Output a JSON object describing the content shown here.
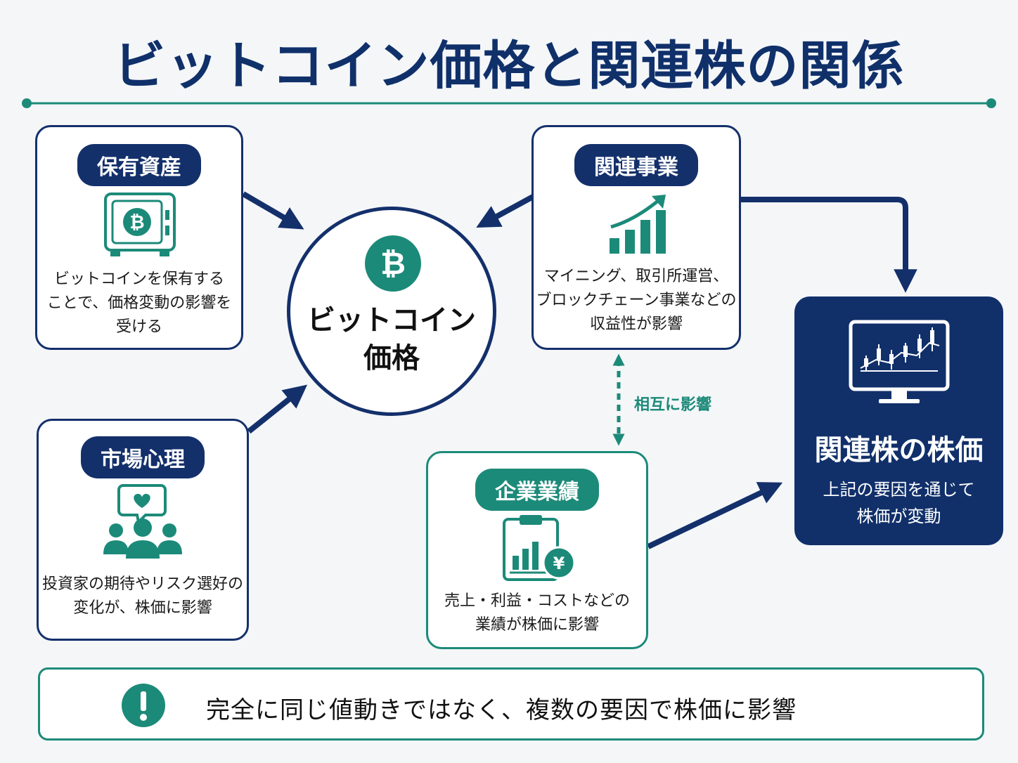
{
  "title": "ビットコイン価格と関連株の関係",
  "center": {
    "label": "ビットコイン\n価格",
    "icon": "bitcoin-icon"
  },
  "holdings": {
    "label": "保有資産",
    "description": "ビットコインを保有する\nことで、価格変動の影響を\n受ける",
    "icon": "safe-bitcoin-icon"
  },
  "related_business": {
    "label": "関連事業",
    "description": "マイニング、取引所運営、\nブロックチェーン事業などの\n収益性が影響",
    "icon": "growth-chart-icon"
  },
  "market_sentiment": {
    "label": "市場心理",
    "description": "投資家の期待やリスク選好の\n変化が、株価に影響",
    "icon": "investors-heart-icon"
  },
  "earnings": {
    "label": "企業業績",
    "description": "売上・利益・コストなどの\n業績が株価に影響",
    "icon": "clipboard-yen-icon"
  },
  "mutual_label": "相互に影響",
  "stock_price": {
    "label": "関連株の株価",
    "description": "上記の要因を通じて\n株価が変動",
    "icon": "monitor-candlestick-icon"
  },
  "note": {
    "text": "完全に同じ値動きではなく、複数の要因で株価に影響",
    "icon": "exclamation-icon"
  },
  "colors": {
    "navy": "#14306b",
    "teal": "#1c8a79",
    "background": "#f4f6f8"
  }
}
